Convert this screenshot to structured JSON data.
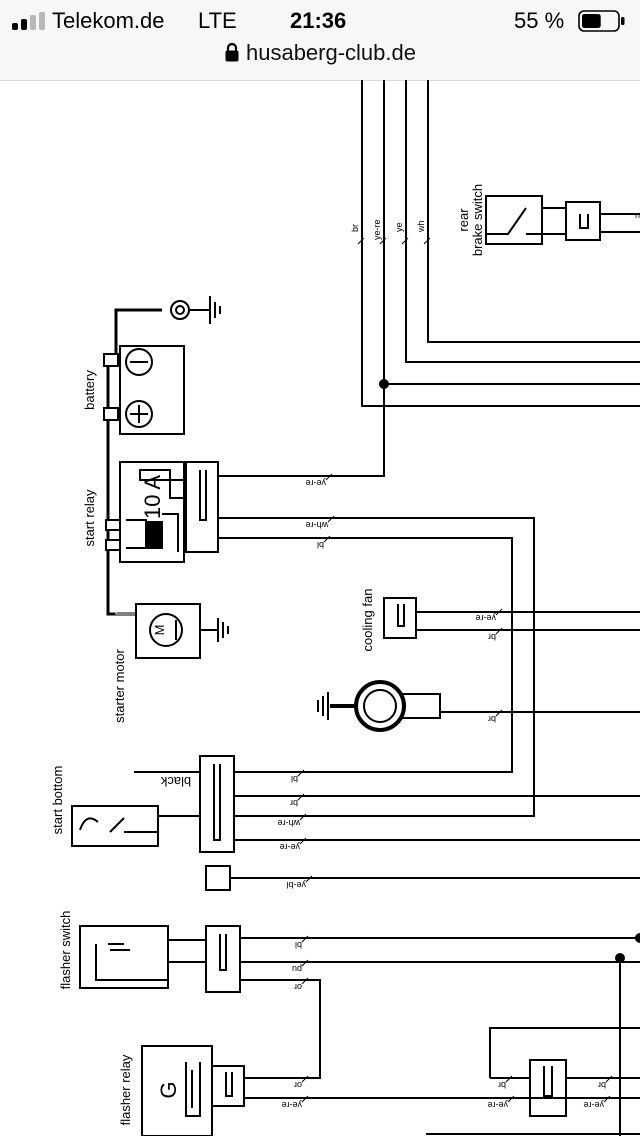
{
  "status_bar": {
    "carrier": "Telekom.de",
    "network": "LTE",
    "time": "21:36",
    "battery_percent": "55 %",
    "battery_level": 0.55
  },
  "browser": {
    "url": "husaberg-club.de",
    "secure": true
  },
  "diagram": {
    "component_labels": {
      "rear_brake_switch_line1": "rear",
      "rear_brake_switch_line2": "brake switch",
      "battery": "battery",
      "start_relay": "start relay",
      "fuse": "10 A",
      "cooling_fan": "cooling fan",
      "starter_motor": "starter motor",
      "starter_motor_symbol": "M",
      "start_button": "start bottom",
      "black": "black",
      "flasher_switch": "flasher switch",
      "flasher_relay": "flasher relay",
      "flasher_relay_symbol": "G"
    },
    "wire_labels": {
      "top_br": "br",
      "top_ye_re": "ye-re",
      "top_ye": "ye",
      "top_wh": "wh",
      "brake_u": "u",
      "relay_ye_re": "ye-re",
      "relay_wh_re": "wh-re",
      "relay_bl": "bl",
      "fan_ye_re": "ye-re",
      "fan_br": "br",
      "ground_br": "br",
      "btn_bl": "bl",
      "btn_br": "br",
      "btn_wh_re": "wh-re",
      "btn_ye_re": "ye-re",
      "conn_ye_bl": "ye-bl",
      "fl_bl": "bl",
      "fl_pu": "pu",
      "fl_or": "or",
      "rel_or": "or",
      "rel_ye_re": "ye-re",
      "right_br1": "br",
      "right_br2": "br",
      "right_ye_re1": "ye-re",
      "right_ye_re2": "ye-re"
    }
  }
}
